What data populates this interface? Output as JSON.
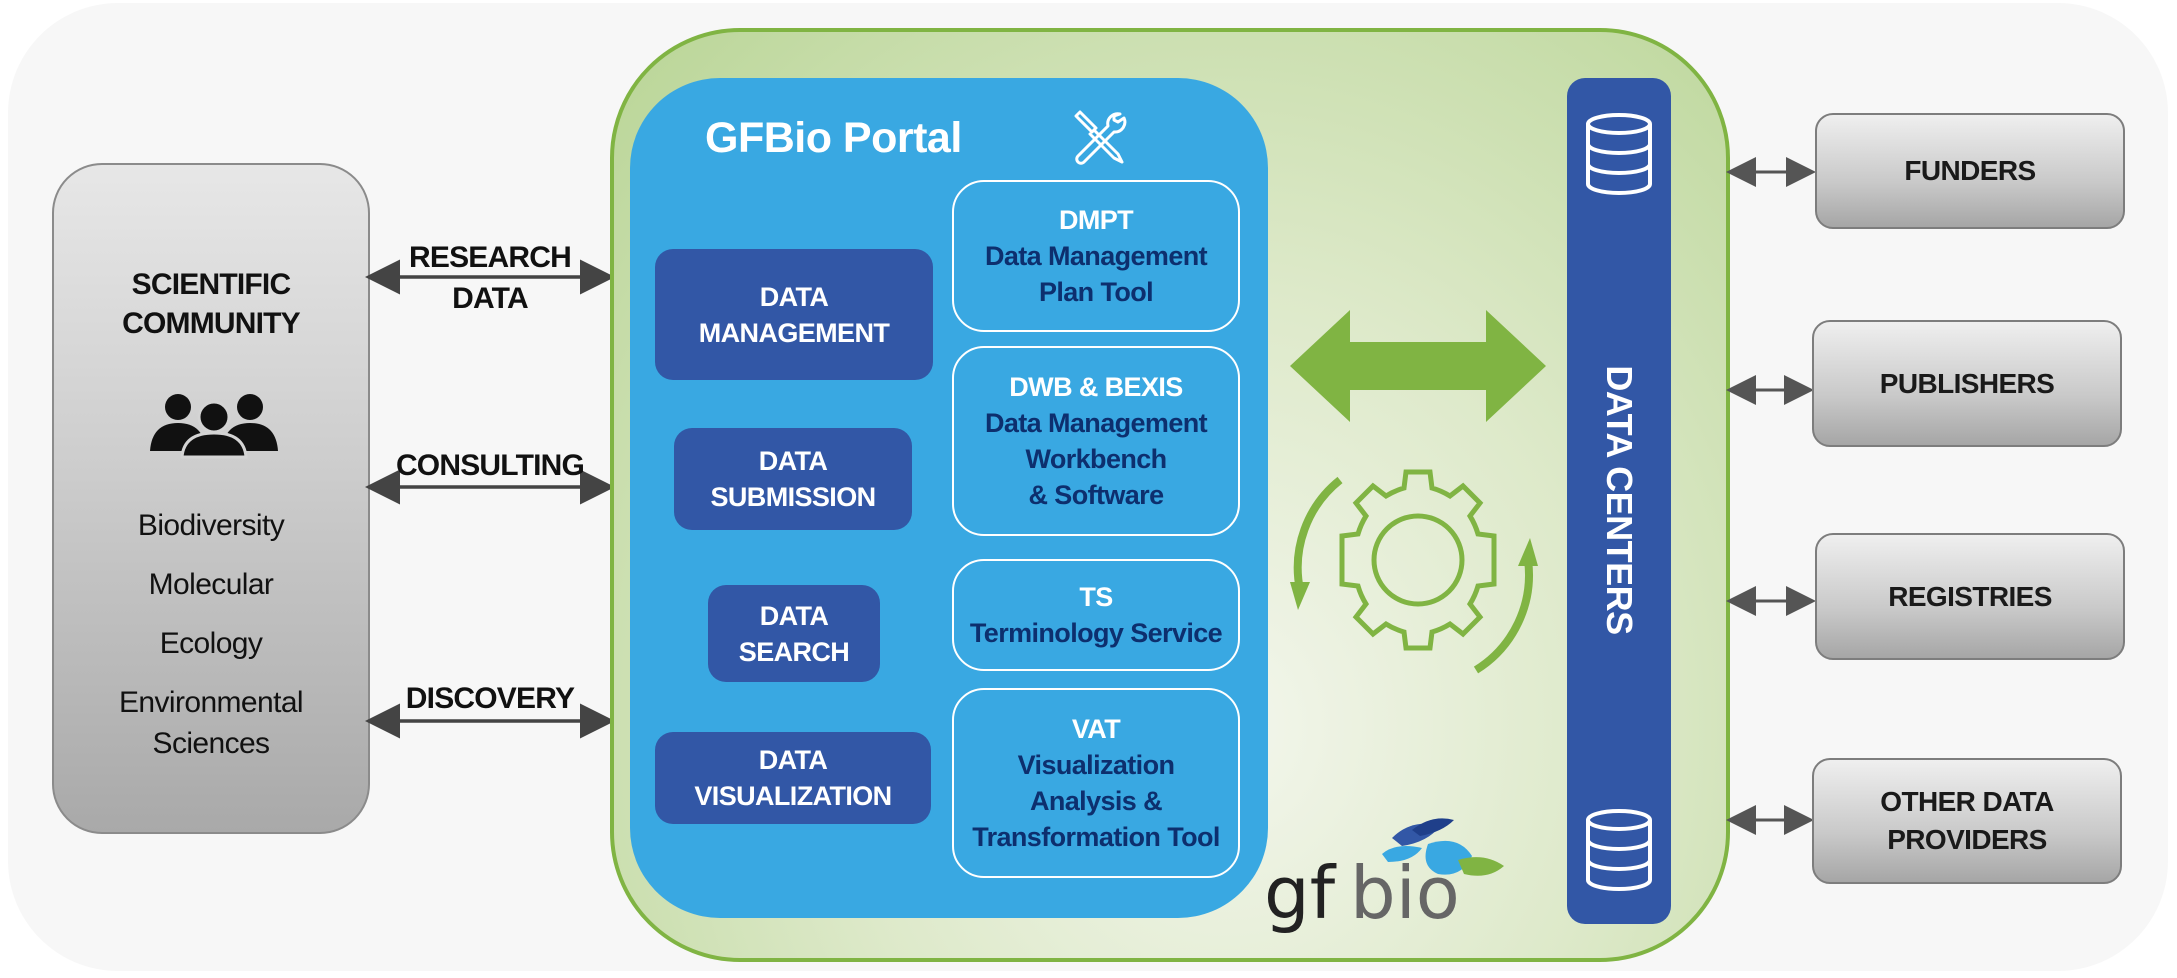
{
  "community": {
    "title_line1": "SCIENTIFIC",
    "title_line2": "COMMUNITY",
    "people_icon": "people-group-icon",
    "fields": [
      "Biodiversity",
      "Molecular",
      "Ecology",
      "Environmental",
      "Sciences"
    ]
  },
  "links": {
    "research_line1": "RESEARCH",
    "research_line2": "DATA",
    "consulting": "CONSULTING",
    "discovery": "DISCOVERY"
  },
  "portal": {
    "title": "GFBio Portal",
    "tools_icon": "wrench-screwdriver-icon",
    "services": [
      {
        "line1": "DATA",
        "line2": "MANAGEMENT"
      },
      {
        "line1": "DATA",
        "line2": "SUBMISSION"
      },
      {
        "line1": "DATA",
        "line2": "SEARCH"
      },
      {
        "line1": "DATA",
        "line2": "VISUALIZATION"
      }
    ],
    "tools": [
      {
        "head": "DMPT",
        "desc": [
          "Data Management",
          "Plan Tool"
        ]
      },
      {
        "head": "DWB & BEXIS",
        "desc": [
          "Data Management",
          "Workbench",
          "& Software"
        ]
      },
      {
        "head": "TS",
        "desc": [
          "Terminology Service"
        ]
      },
      {
        "head": "VAT",
        "desc": [
          "Visualization",
          "Analysis &",
          "Transformation Tool"
        ]
      }
    ]
  },
  "logo": {
    "gf": "gf",
    "bio": "bio"
  },
  "data_centers": {
    "label": "DATA CENTERS",
    "icon": "database-icon"
  },
  "partners": [
    {
      "line1": "FUNDERS",
      "line2": ""
    },
    {
      "line1": "PUBLISHERS",
      "line2": ""
    },
    {
      "line1": "REGISTRIES",
      "line2": ""
    },
    {
      "line1": "OTHER DATA",
      "line2": "PROVIDERS"
    }
  ],
  "colors": {
    "portal_blue": "#39a8e2",
    "dark_blue": "#3257a6",
    "green": "#80b443",
    "tool_text": "#0d2f6e"
  }
}
